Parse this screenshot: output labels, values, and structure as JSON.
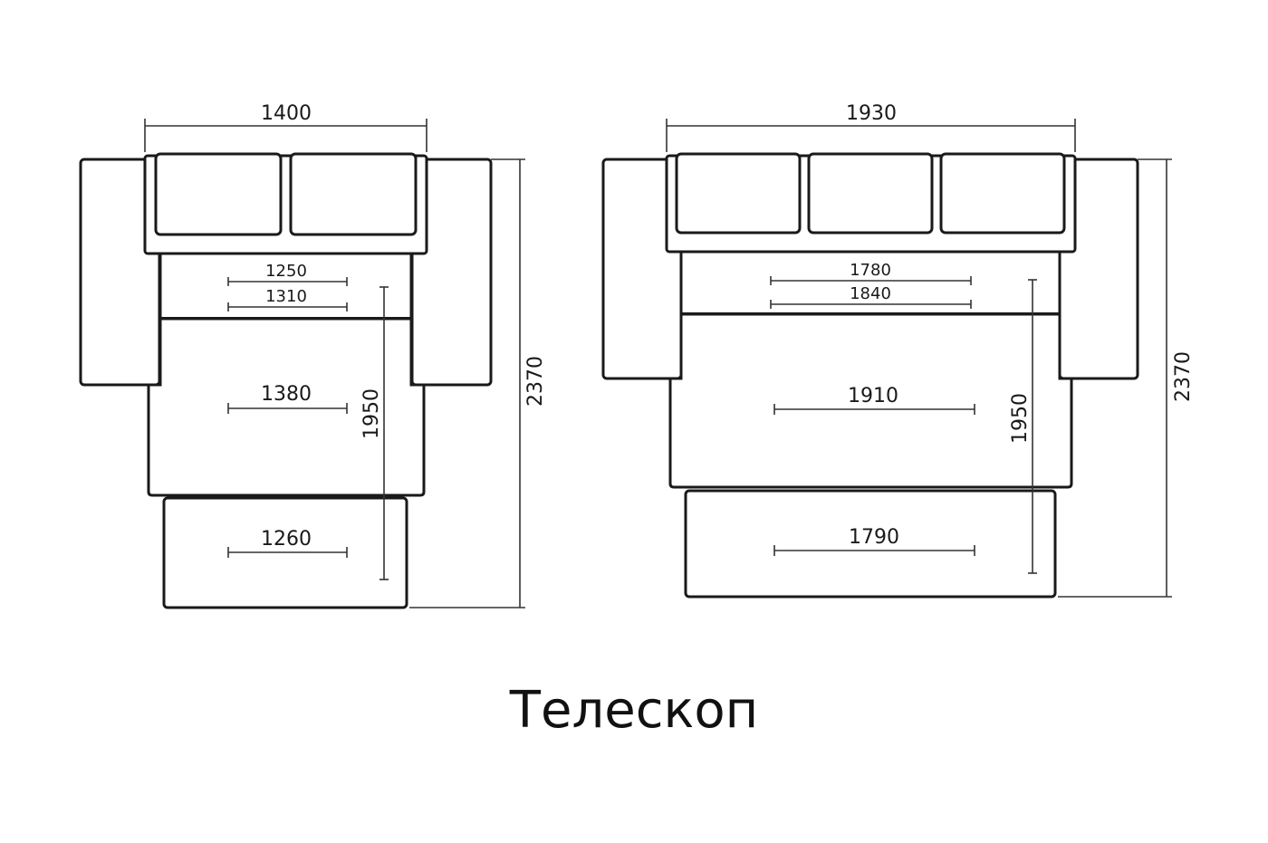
{
  "caption": "Телескоп",
  "diagrams": [
    {
      "id": "two-seat",
      "overall_width": "1400",
      "overall_length": "2370",
      "sleep_length": "1950",
      "inner_widths": [
        "1250",
        "1310"
      ],
      "main_width": "1380",
      "ottoman_width": "1260"
    },
    {
      "id": "three-seat",
      "overall_width": "1930",
      "overall_length": "2370",
      "sleep_length": "1950",
      "inner_widths": [
        "1780",
        "1840"
      ],
      "main_width": "1910",
      "ottoman_width": "1790"
    }
  ]
}
